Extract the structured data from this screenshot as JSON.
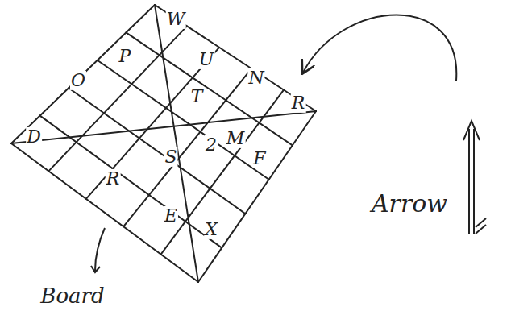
{
  "diagram": {
    "labels": [
      "W",
      "P",
      "U",
      "N",
      "O",
      "T",
      "R",
      "D",
      "M",
      "2",
      "S",
      "F",
      "R",
      "E",
      "X",
      "Arrow",
      "Board"
    ]
  }
}
